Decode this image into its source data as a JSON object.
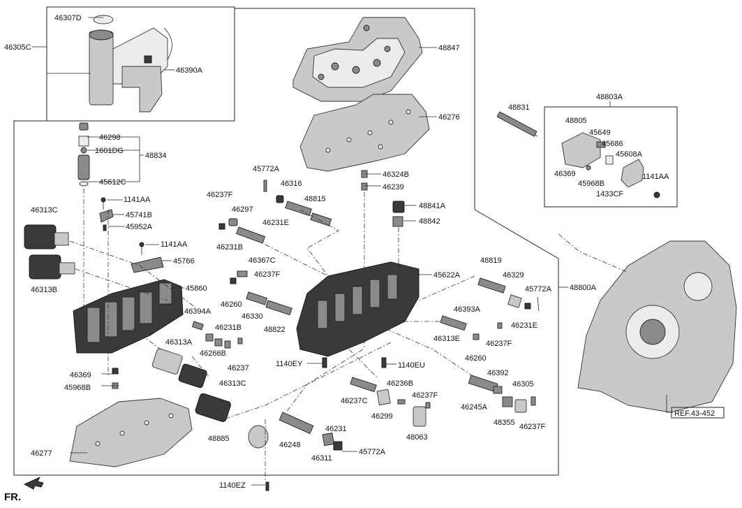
{
  "labels": {
    "p46307D": "46307D",
    "p46305C": "46305C",
    "p46390A": "46390A",
    "p48847": "48847",
    "p46276": "46276",
    "p48803A": "48803A",
    "p48831": "48831",
    "p48805": "48805",
    "p45649": "45649",
    "p45686": "45686",
    "p45608A": "45608A",
    "p46369_r": "46369",
    "p45968B_r": "45968B",
    "p1433CF": "1433CF",
    "p1141AA_r": "1141AA",
    "p46298": "46298",
    "p1601DG": "1601DG",
    "p48834": "48834",
    "p45612C": "45612C",
    "p1141AA_a": "1141AA",
    "p45741B": "45741B",
    "p45952A": "45952A",
    "p46313C_a": "46313C",
    "p46313B": "46313B",
    "p1141AA_b": "1141AA",
    "p45766": "45766",
    "p45860": "45860",
    "p45772A_a": "45772A",
    "p46316": "46316",
    "p48815": "48815",
    "p46237F_a": "46237F",
    "p46297": "46297",
    "p46231E_a": "46231E",
    "p46231B_a": "46231B",
    "p46367C": "46367C",
    "p46237F_b": "46237F",
    "p46260_a": "46260",
    "p46330": "46330",
    "p48822": "48822",
    "p46324B": "46324B",
    "p46239": "46239",
    "p48841A": "48841A",
    "p48842": "48842",
    "p45622A": "45622A",
    "p48819": "48819",
    "p46329": "46329",
    "p45772A_b": "45772A",
    "p48800A": "48800A",
    "p46231E_b": "46231E",
    "p46394A": "46394A",
    "p46231B_b": "46231B",
    "p46266B": "46266B",
    "p46237": "46237",
    "p46393A": "46393A",
    "p46313E": "46313E",
    "p46237F_c": "46237F",
    "p46260_b": "46260",
    "p46313A": "46313A",
    "p46313C_b": "46313C",
    "p1140EY": "1140EY",
    "p1140EU": "1140EU",
    "p46369_l": "46369",
    "p45968B_l": "45968B",
    "p46236B": "46236B",
    "p46237C": "46237C",
    "p46237F_d": "46237F",
    "p46299": "46299",
    "p48063": "48063",
    "p46392": "46392",
    "p46305": "46305",
    "p46245A": "46245A",
    "p48355": "48355",
    "p46237F_e": "46237F",
    "p48885": "48885",
    "p46248": "46248",
    "p46231": "46231",
    "p46311": "46311",
    "p45772A_c": "45772A",
    "p46277": "46277",
    "p1140EZ": "1140EZ",
    "ref": "REF.43-452",
    "fr": "FR."
  },
  "colors": {
    "line": "#222222",
    "part_light": "#c9c9c9",
    "part_dark": "#3a3a3a"
  }
}
